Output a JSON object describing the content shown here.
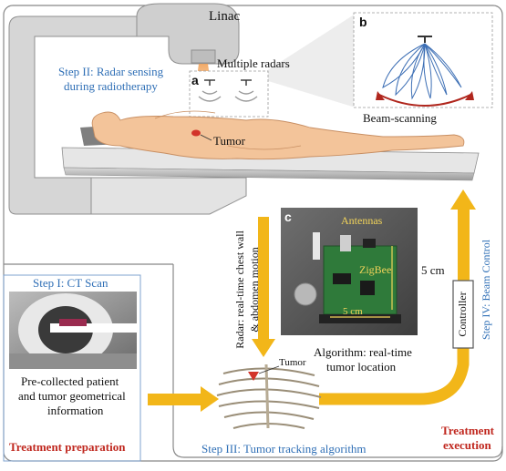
{
  "machine": {
    "linac_label": "Linac"
  },
  "panels": {
    "a": {
      "letter": "a",
      "title": "Multiple radars"
    },
    "b": {
      "letter": "b",
      "caption": "Beam-scanning"
    },
    "c": {
      "letter": "c",
      "antennas": "Antennas",
      "zigbee": "ZigBee",
      "width": "5 cm",
      "height": "5 cm"
    }
  },
  "patient": {
    "tumor_label": "Tumor"
  },
  "steps": {
    "step1": {
      "title": "Step I: CT Scan",
      "desc_lines": [
        "Pre-collected patient",
        "and tumor geometrical",
        "information"
      ],
      "footer": "Treatment preparation"
    },
    "step2": {
      "title_lines": [
        "Step II: Radar sensing",
        "during radiotherapy"
      ]
    },
    "step3": {
      "title": "Step III: Tumor tracking algorithm",
      "radar_lines": [
        "Radar: real-time chest wall",
        "& abdomen motion"
      ],
      "algo_lines": [
        "Algorithm: real-time",
        "tumor location"
      ],
      "tumor_label": "Tumor"
    },
    "step4": {
      "title": "Step IV: Beam Control",
      "controller": "Controller",
      "footer_lines": [
        "Treatment",
        "execution"
      ]
    }
  },
  "colors": {
    "arrow": "#f2b619",
    "step_blue": "#2f6fb6",
    "footer_red": "#c0281f",
    "skin": "#f3c49a"
  }
}
